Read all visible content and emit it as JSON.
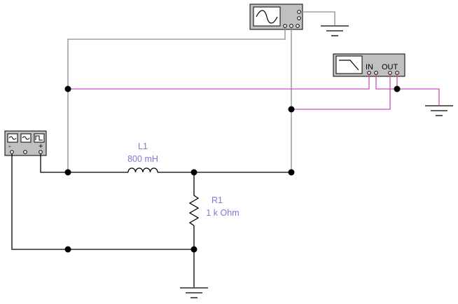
{
  "components": {
    "inductor": {
      "name": "L1",
      "value": "800 mH"
    },
    "resistor": {
      "name": "R1",
      "value": "1 k Ohm"
    }
  },
  "instruments": {
    "bode_plotter": {
      "in_label": "IN",
      "out_label": "OUT"
    },
    "multimeter": {
      "minus_label": "-",
      "plus_label": "+"
    }
  },
  "colors": {
    "wire": "#000000",
    "scope_wire": "#8c8c8c",
    "bode_wire": "#c850c0",
    "label": "#7b7bd0"
  }
}
